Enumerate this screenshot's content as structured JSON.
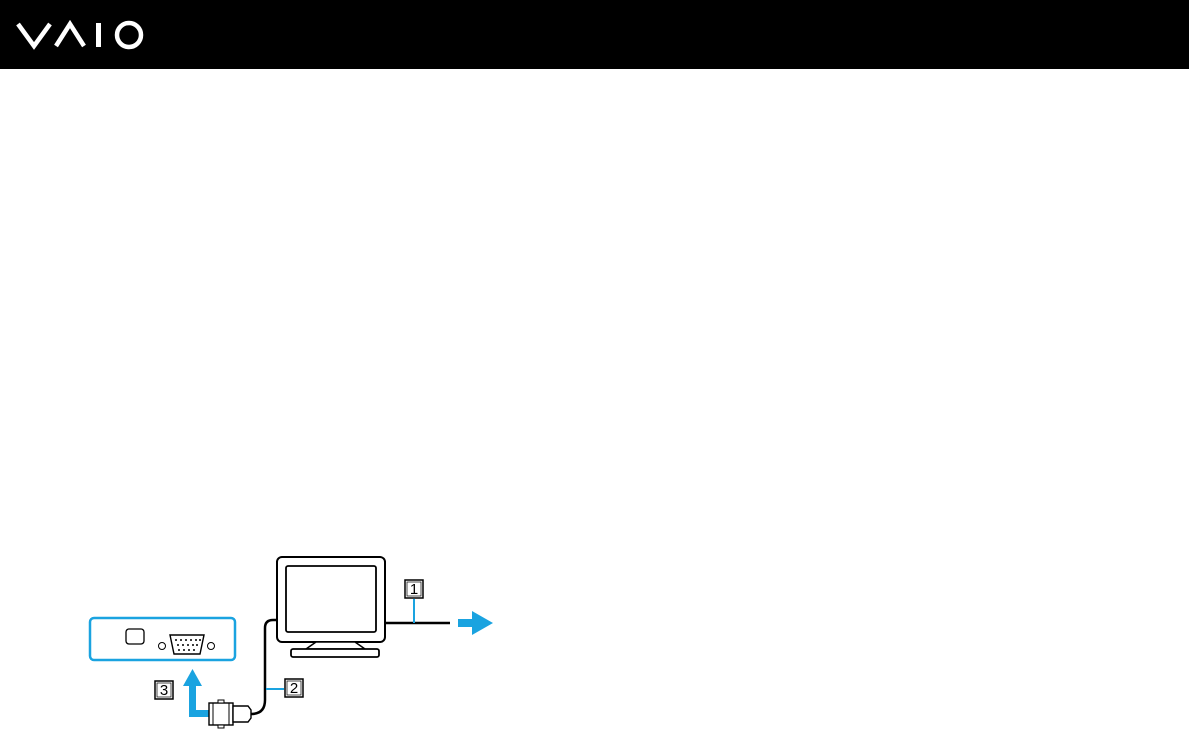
{
  "header": {
    "brand": "VAIO",
    "background_color": "#000000",
    "logo_color": "#ffffff"
  },
  "diagram": {
    "accent_color": "#1aa3e0",
    "callouts": [
      {
        "label": "1",
        "refers_to": "power-cord-outlet"
      },
      {
        "label": "2",
        "refers_to": "display-cable"
      },
      {
        "label": "3",
        "refers_to": "monitor-port"
      }
    ]
  }
}
